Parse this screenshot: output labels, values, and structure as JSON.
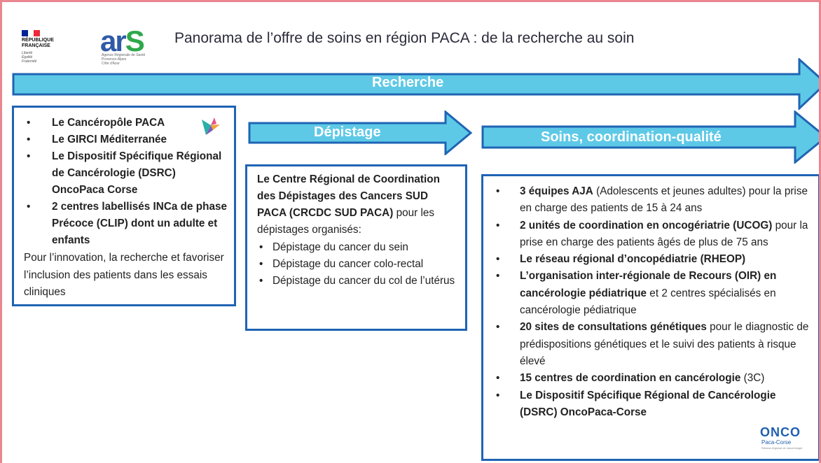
{
  "colors": {
    "arrow_fill": "#5ec9e6",
    "arrow_stroke": "#1f64b4",
    "box_border": "#1f64b4",
    "frame": "#e9868f",
    "flag_blue": "#002395",
    "flag_red": "#ED2939",
    "ars_blue": "#2f5aa7",
    "ars_green": "#2fa84a"
  },
  "logos": {
    "republique": {
      "name": "RÉPUBLIQUE\nFRANÇAISE",
      "motto": "Liberté\nÉgalité\nFraternité"
    },
    "ars": {
      "mark_a": "ar",
      "mark_s": "S",
      "sub": "Agence Régionale de Santé\nProvence-Alpes\nCôte d'Azur"
    },
    "onco": {
      "mark": "ONCO",
      "sub": "Paca-Corse",
      "tagline": "Réseau régional de cancérologie"
    }
  },
  "title": "Panorama de l’offre de soins en région PACA : de la recherche au soin",
  "arrows": {
    "recherche": "Recherche",
    "depistage": "Dépistage",
    "soins": "Soins, coordination-qualité"
  },
  "recherche_box": {
    "items": [
      "Le Cancéropôle PACA",
      "Le GIRCI Méditerranée",
      "Le Dispositif Spécifique Régional de Cancérologie (DSRC) OncoPaca Corse",
      "2 centres labellisés INCa de phase Précoce (CLIP) dont un adulte et enfants"
    ],
    "tail": "Pour l’innovation, la recherche et favoriser l’inclusion des patients dans les essais cliniques"
  },
  "depistage_box": {
    "intro_bold": "Le Centre Régional de Coordination des Dépistages des Cancers SUD PACA (CRCDC SUD PACA)",
    "intro_rest": " pour les dépistages organisés:",
    "items": [
      "Dépistage du cancer du sein",
      "Dépistage du cancer colo-rectal",
      "Dépistage du cancer du col de l’utérus"
    ]
  },
  "soins_box": {
    "items": [
      {
        "bold": "3 équipes AJA",
        "rest": " (Adolescents et jeunes adultes) pour la prise en charge des patients de 15 à 24 ans"
      },
      {
        "bold": "2 unités de coordination en oncogériatrie (UCOG)",
        "rest": " pour la prise en charge des patients âgés de plus de 75 ans"
      },
      {
        "bold": "Le réseau régional d’oncopédiatrie (RHEOP)",
        "rest": ""
      },
      {
        "bold": "L’organisation inter-régionale de Recours (OIR) en cancérologie pédiatrique",
        "rest": " et 2 centres spécialisés en cancérologie pédiatrique"
      },
      {
        "bold": "20 sites de consultations génétiques",
        "rest": " pour le diagnostic de prédispositions génétiques et le suivi des patients à risque élevé"
      },
      {
        "bold": "15 centres de coordination en cancérologie",
        "rest": " (3C)"
      },
      {
        "bold": "Le Dispositif Spécifique Régional de Cancérologie (DSRC) OncoPaca-Corse",
        "rest": ""
      }
    ]
  }
}
